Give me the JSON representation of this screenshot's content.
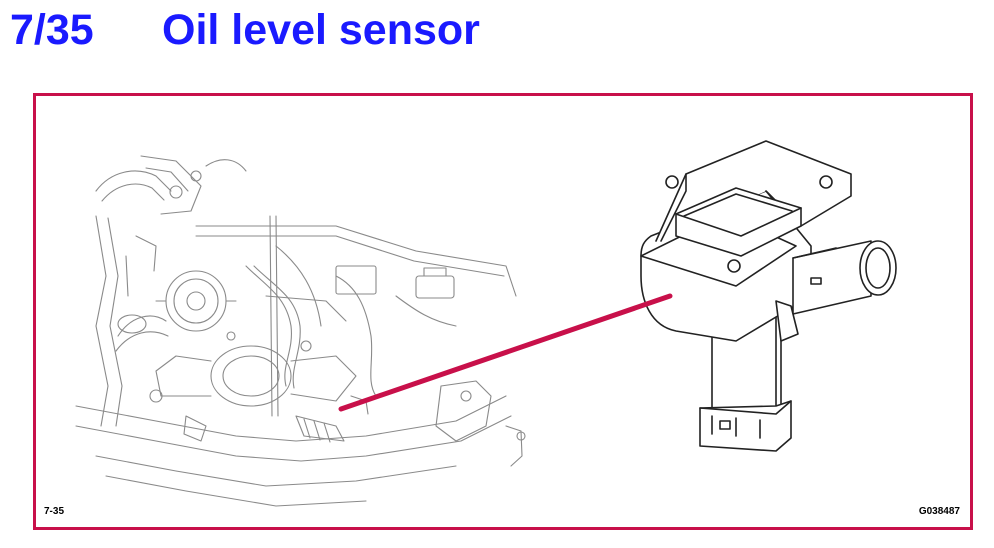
{
  "header": {
    "section_number": "7/35",
    "title": "Oil level sensor"
  },
  "figure": {
    "figure_number": "7-35",
    "reference_code": "G038487"
  },
  "colors": {
    "heading": "#1a1aff",
    "frame_border": "#c8104a",
    "pointer_line": "#c8104a",
    "line_art": "#555555"
  }
}
